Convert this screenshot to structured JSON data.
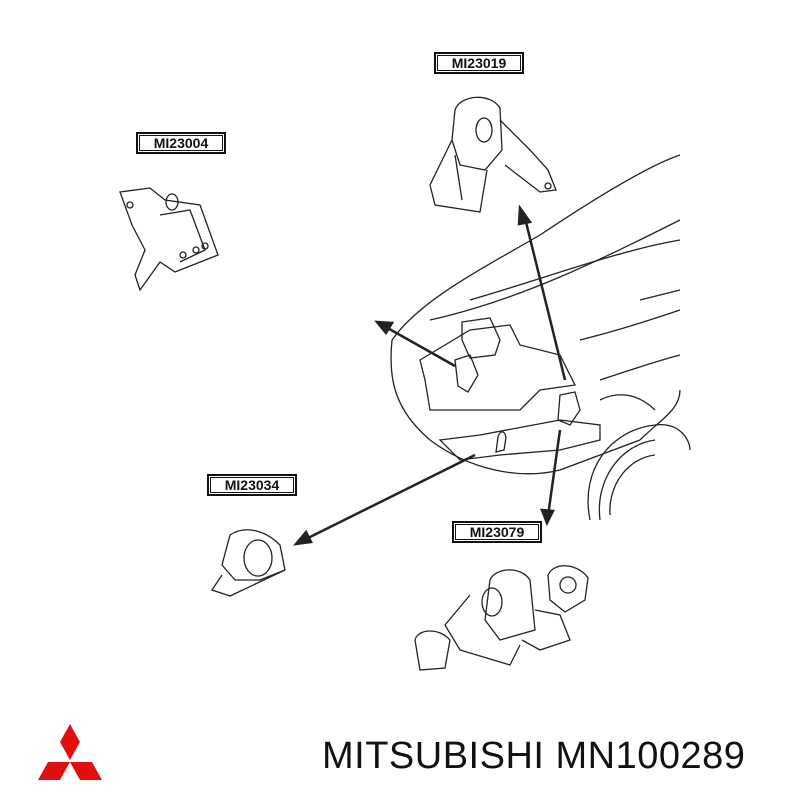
{
  "parts": [
    {
      "id": "top",
      "label": "MI23019"
    },
    {
      "id": "left",
      "label": "MI23004"
    },
    {
      "id": "lower-left",
      "label": "MI23034"
    },
    {
      "id": "lower-right",
      "label": "MI23079"
    }
  ],
  "footer": {
    "brand": "MITSUBISHI",
    "part_number": "MN100289",
    "text": "MITSUBISHI MN100289",
    "logo_color": "#e01010"
  }
}
